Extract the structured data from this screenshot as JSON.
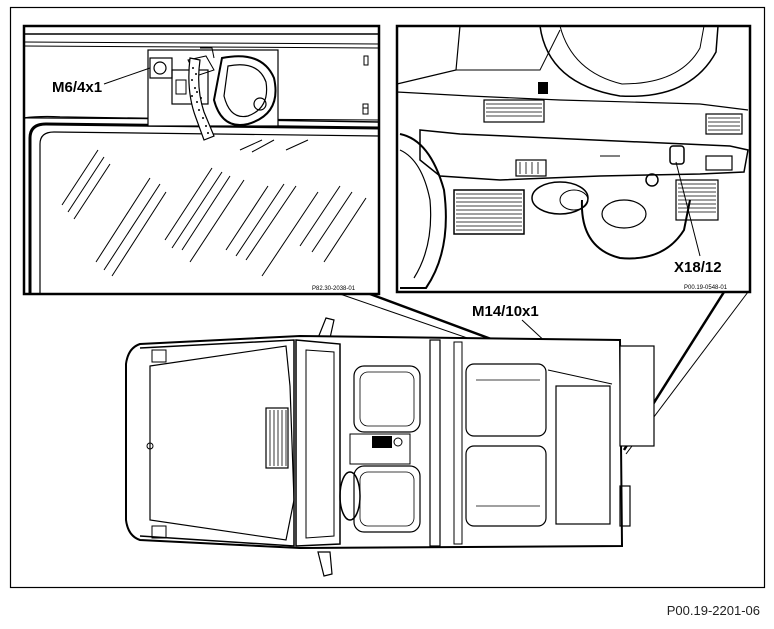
{
  "labels": {
    "fuel_filler_motor": "M6/4x1",
    "trailer_socket": "X18/12",
    "door_lock_motor": "M14/10x1"
  },
  "insets": {
    "left_ref": "P82.30-2038-01",
    "right_ref": "P00.19-0548-01"
  },
  "caption": "P00.19-2201-06"
}
